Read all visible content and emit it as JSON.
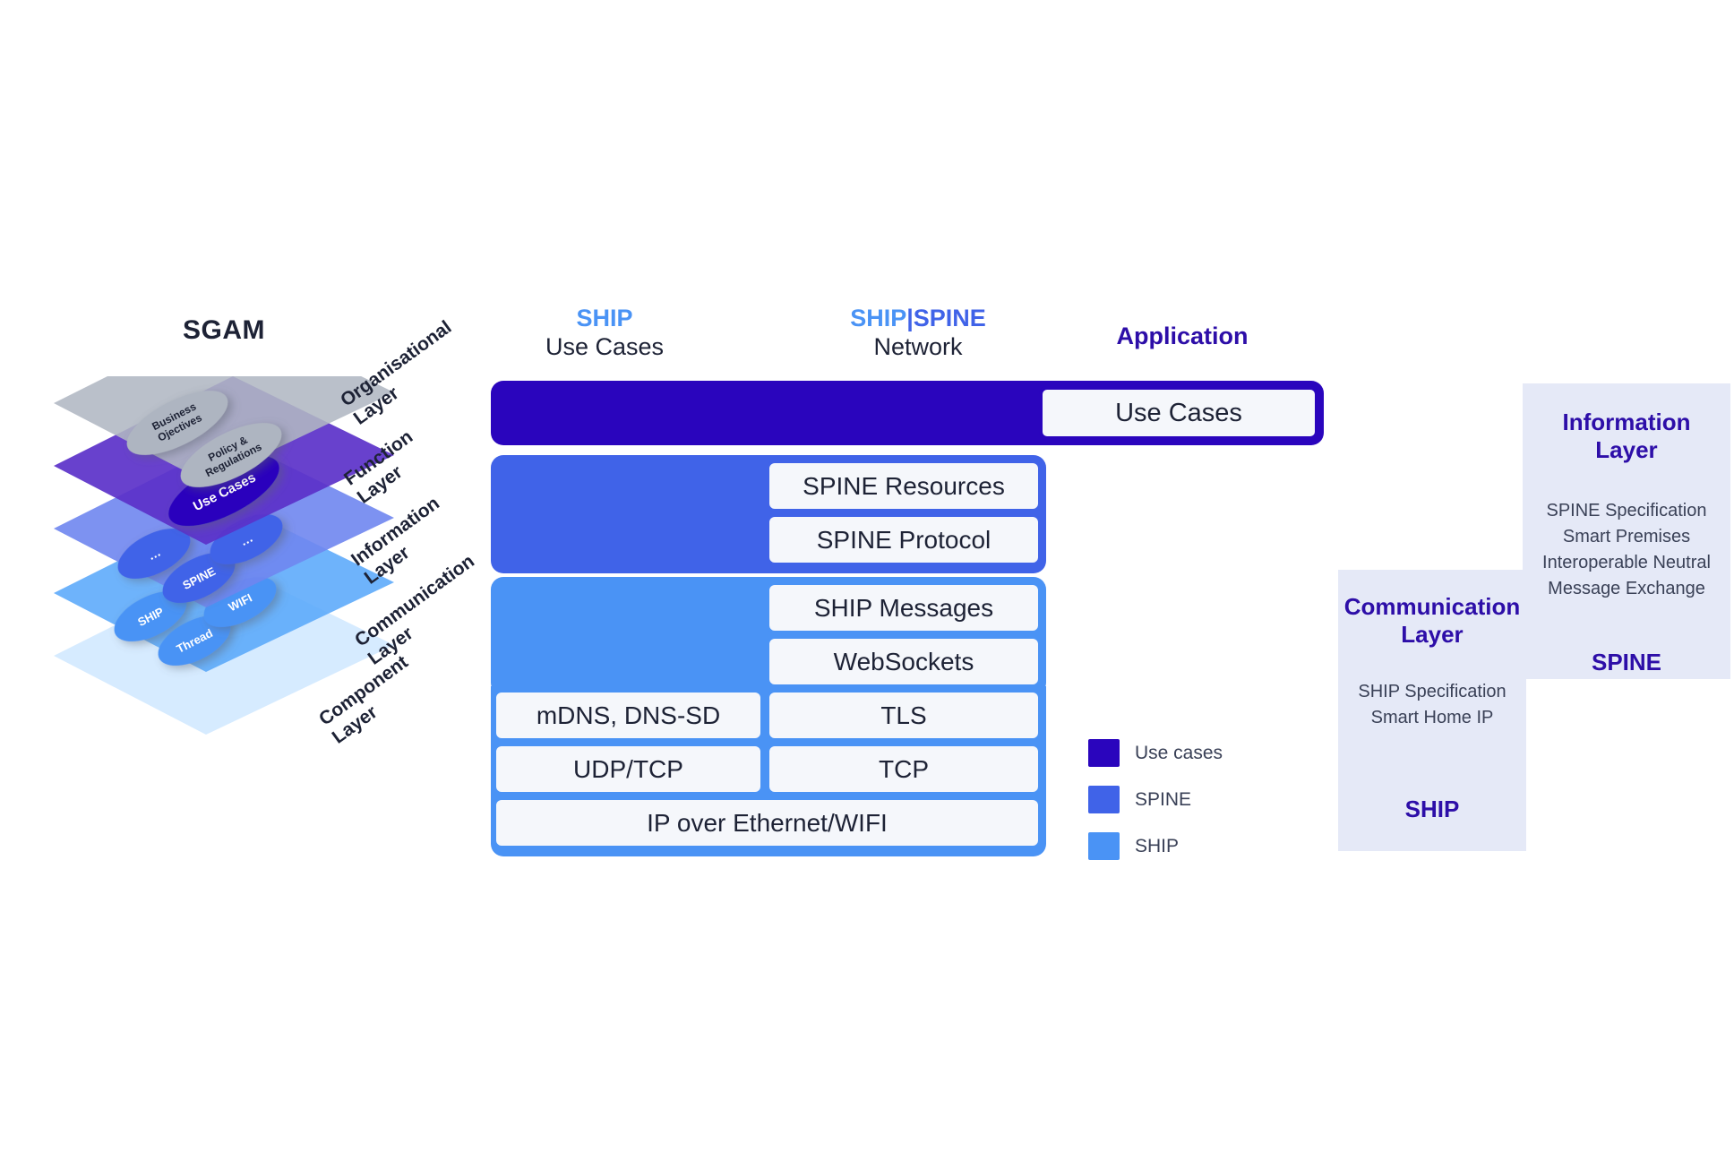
{
  "sgam": {
    "title": "SGAM",
    "layers": [
      {
        "name": "Organisational Layer",
        "fill": "#b0b7c3"
      },
      {
        "name": "Function Layer",
        "fill": "#5b31c9"
      },
      {
        "name": "Information Layer",
        "fill": "#6f86f0"
      },
      {
        "name": "Communication Layer",
        "fill": "#5aa9fb"
      },
      {
        "name": "Component Layer",
        "fill": "#d6ebff"
      }
    ],
    "side_labels": [
      "Organisational\nLayer",
      "Function\nLayer",
      "Information\nLayer",
      "Communication\nLayer",
      "Component\nLayer"
    ],
    "bubbles": [
      {
        "label": "Business\nOjectives",
        "fill": "#aeb5c1",
        "text": "#1d2235"
      },
      {
        "label": "Policy &\nRegulations",
        "fill": "#aeb5c1",
        "text": "#1d2235"
      },
      {
        "label": "Use Cases",
        "fill": "#2a05bd",
        "text": "#ffffff"
      },
      {
        "label": "…",
        "fill": "#4063e8",
        "text": "#ffffff"
      },
      {
        "label": "SPINE",
        "fill": "#4063e8",
        "text": "#ffffff"
      },
      {
        "label": "…",
        "fill": "#4063e8",
        "text": "#ffffff"
      },
      {
        "label": "SHIP",
        "fill": "#4a93f5",
        "text": "#ffffff"
      },
      {
        "label": "Thread",
        "fill": "#4a93f5",
        "text": "#ffffff"
      },
      {
        "label": "WIFI",
        "fill": "#4a93f5",
        "text": "#ffffff"
      }
    ]
  },
  "columns": [
    {
      "id": "ship-use-cases",
      "top": "SHIP",
      "top_color": "#4a93f5",
      "sub": "Use Cases"
    },
    {
      "id": "ship-spine-network",
      "top_a": "SHIP",
      "top_sep": "|",
      "top_b": "SPINE",
      "top_color_a": "#4a93f5",
      "top_color_b": "#4063e8",
      "sub": "Network"
    },
    {
      "id": "application",
      "top": "Application",
      "top_color": "#2d0ea8",
      "sub": ""
    }
  ],
  "stack": {
    "bands": [
      {
        "name": "use-cases-band",
        "color": "#2a05bd"
      },
      {
        "name": "spine-band",
        "color": "#4063e8"
      },
      {
        "name": "ship-band",
        "color": "#4a93f5"
      }
    ],
    "boxes": [
      {
        "id": "use-cases",
        "label": "Use Cases",
        "border": "#2a05bd"
      },
      {
        "id": "spine-resources",
        "label": "SPINE Resources",
        "border": "#4063e8"
      },
      {
        "id": "spine-protocol",
        "label": "SPINE Protocol",
        "border": "#4063e8"
      },
      {
        "id": "ship-messages",
        "label": "SHIP Messages",
        "border": "#4a93f5"
      },
      {
        "id": "websockets",
        "label": "WebSockets",
        "border": "#4a93f5"
      },
      {
        "id": "mdns-dnssd",
        "label": "mDNS, DNS-SD",
        "border": "#4a93f5"
      },
      {
        "id": "tls",
        "label": "TLS",
        "border": "#4a93f5"
      },
      {
        "id": "udp-tcp",
        "label": "UDP/TCP",
        "border": "#4a93f5"
      },
      {
        "id": "tcp",
        "label": "TCP",
        "border": "#4a93f5"
      },
      {
        "id": "ip-over-ethernet-wifi",
        "label": "IP over Ethernet/WIFI",
        "border": "#4a93f5"
      }
    ]
  },
  "legend": {
    "items": [
      {
        "label": "Use cases",
        "color": "#2a05bd"
      },
      {
        "label": "SPINE",
        "color": "#4063e8"
      },
      {
        "label": "SHIP",
        "color": "#4a93f5"
      }
    ]
  },
  "panels": {
    "information": {
      "title": "Information\nLayer",
      "body": "SPINE Specification\nSmart Premises\nInteroperable Neutral\nMessage Exchange",
      "tag": "SPINE",
      "bg": "#e5e9f7"
    },
    "communication": {
      "title": "Communication\nLayer",
      "body": "SHIP Specification\nSmart Home IP",
      "tag": "SHIP",
      "bg": "#e5e9f7"
    }
  }
}
